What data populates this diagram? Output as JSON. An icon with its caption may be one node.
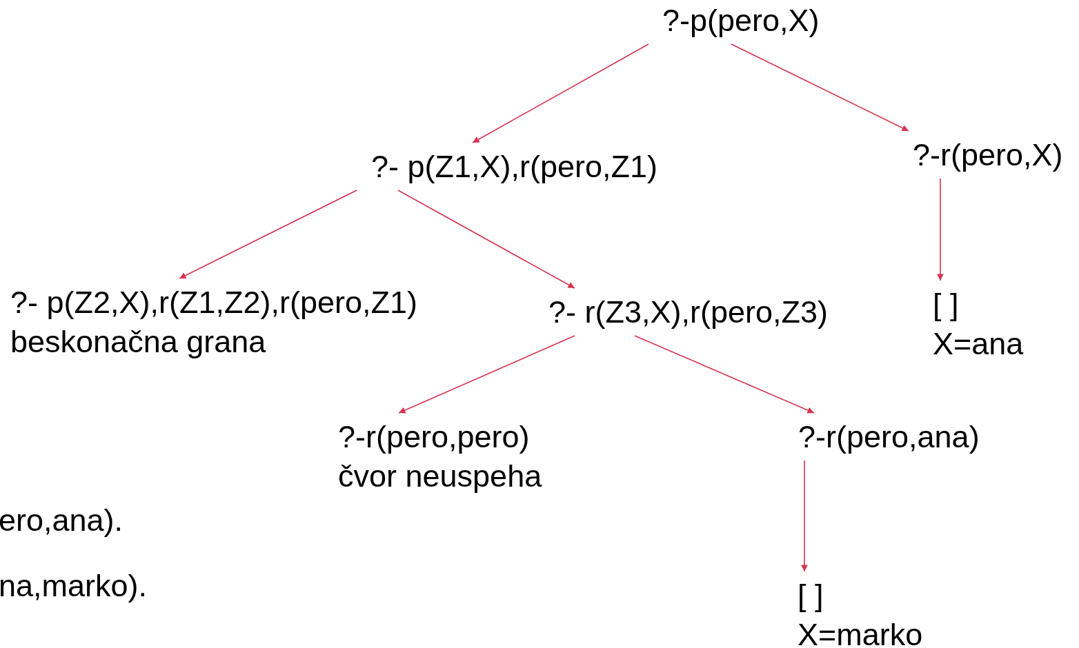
{
  "diagram": {
    "nodes": [
      {
        "text": [
          "?-p(pero,X)"
        ]
      },
      {
        "text": [
          "?- p(Z1,X),r(pero,Z1)"
        ]
      },
      {
        "text": [
          "?-r(pero,X)"
        ]
      },
      {
        "text": [
          "?- p(Z2,X),r(Z1,Z2),r(pero,Z1)",
          "beskonačna grana"
        ]
      },
      {
        "text": [
          "?- r(Z3,X),r(pero,Z3)"
        ]
      },
      {
        "text": [
          "[ ]",
          "X=ana"
        ]
      },
      {
        "text": [
          "?-r(pero,pero)",
          "čvor neuspeha"
        ]
      },
      {
        "text": [
          "?-r(pero,ana)"
        ]
      },
      {
        "text": [
          "[ ]",
          "X=marko"
        ]
      }
    ],
    "edges": [
      {
        "from": 0,
        "to": 1,
        "arrow": "to"
      },
      {
        "from": 0,
        "to": 2,
        "arrow": "to"
      },
      {
        "from": 1,
        "to": 3,
        "arrow": "to"
      },
      {
        "from": 1,
        "to": 4,
        "arrow": "to"
      },
      {
        "from": 2,
        "to": 5,
        "arrow": "to"
      },
      {
        "from": 4,
        "to": 6,
        "arrow": "to"
      },
      {
        "from": 4,
        "to": 7,
        "arrow": "to"
      },
      {
        "from": 7,
        "to": 8,
        "arrow": "to"
      }
    ],
    "labels": [
      "ero,ana).",
      "na,marko)."
    ]
  }
}
